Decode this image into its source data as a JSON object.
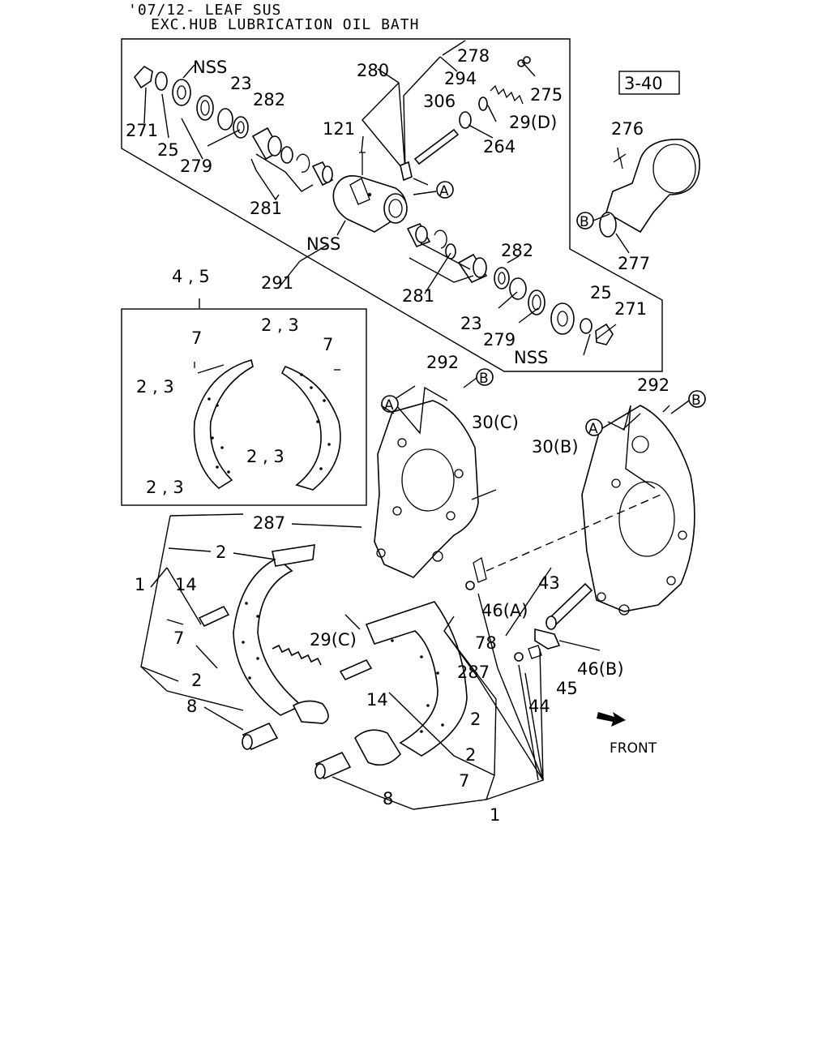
{
  "header": {
    "line1": "'07/12- LEAF SUS",
    "line2": "EXC.HUB LUBRICATION OIL BATH"
  },
  "ref_box": "3-40",
  "front_label": "FRONT",
  "callouts": {
    "A": "A",
    "B": "B"
  },
  "labels": {
    "l271a": "271",
    "l25a": "25",
    "l279a": "279",
    "lnssa": "NSS",
    "l23a": "23",
    "l282a": "282",
    "l281a": "281",
    "l280": "280",
    "l294": "294",
    "l278": "278",
    "l275": "275",
    "l306": "306",
    "l121": "121",
    "l264": "264",
    "l29d": "29(D)",
    "lnssb": "NSS",
    "l291": "291",
    "l281b": "281",
    "l282b": "282",
    "l23b": "23",
    "l279b": "279",
    "lnssc": "NSS",
    "l25b": "25",
    "l271b": "271",
    "l276": "276",
    "l277": "277",
    "l45top": "4 , 5",
    "l7a": "7",
    "l7b": "7",
    "l23x1": "2 , 3",
    "l23x2": "2 , 3",
    "l23x3": "2 , 3",
    "l23x4": "2 , 3",
    "l292a": "292",
    "l292b": "292",
    "l30c": "30(C)",
    "l30b": "30(B)",
    "l287a": "287",
    "l2a": "2",
    "l1a": "1",
    "l14a": "14",
    "l7c": "7",
    "l2b": "2",
    "l8a": "8",
    "l29c": "29(C)",
    "l46a": "46(A)",
    "l43": "43",
    "l78": "78",
    "l287b": "287",
    "l46b": "46(B)",
    "l45": "45",
    "l44": "44",
    "l14b": "14",
    "l2c": "2",
    "l2d": "2",
    "l7d": "7",
    "l8b": "8",
    "l1b": "1"
  }
}
